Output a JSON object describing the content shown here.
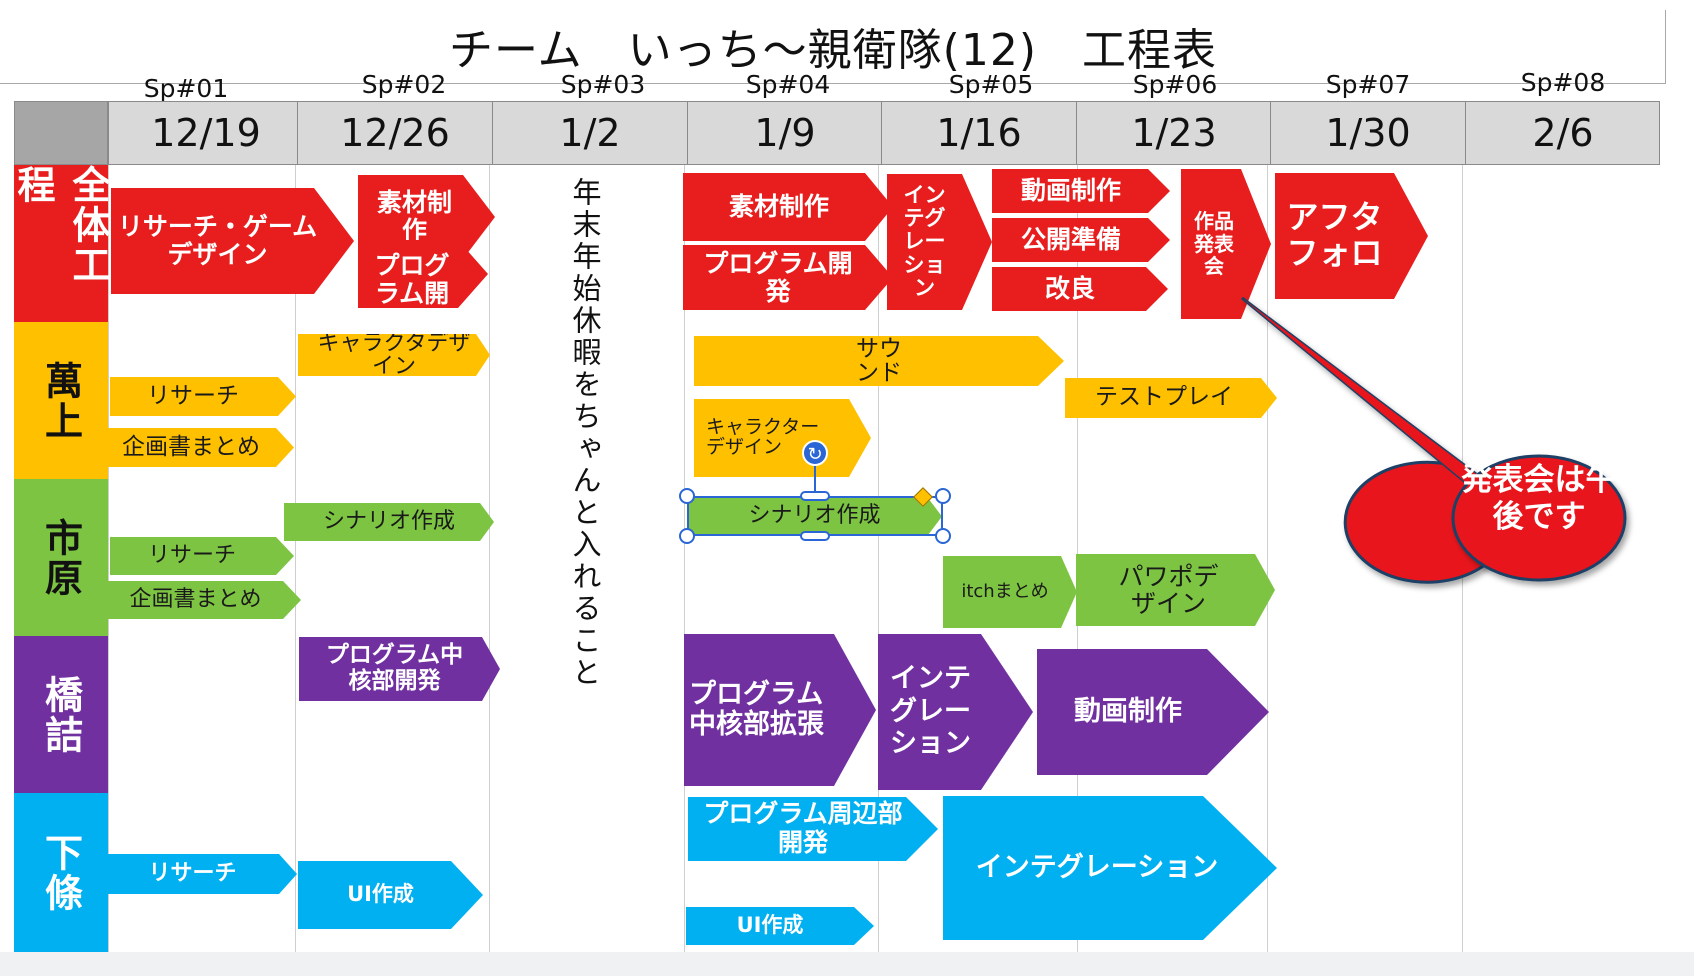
{
  "title": "チーム　いっち～親衛隊(12)　工程表",
  "sprints": [
    "Sp#01",
    "Sp#02",
    "Sp#03",
    "Sp#04",
    "Sp#05",
    "Sp#06",
    "Sp#07",
    "Sp#08"
  ],
  "dates": [
    "12/19",
    "12/26",
    "1/2",
    "1/9",
    "1/16",
    "1/23",
    "1/30",
    "2/6"
  ],
  "lanes": [
    "全体工程",
    "萬上",
    "市原",
    "橋詰",
    "下條"
  ],
  "holiday_note": "年末年始休暇をちゃんと入れること",
  "colors": {
    "red": "#e81d1d",
    "yellow": "#ffc000",
    "green": "#7cc442",
    "purple": "#7030a0",
    "cyan": "#00b0f0"
  },
  "tasks": {
    "all": [
      "リサーチ・ゲームデザイン",
      "素材制作",
      "プログラム開発",
      "素材制作",
      "プログラム開発",
      "インテグレーション",
      "動画制作",
      "公開準備",
      "改良",
      "作品発表会",
      "アフタフォロ"
    ],
    "banjo": [
      "キャラクタデザイン",
      "リサーチ",
      "企画書まとめ",
      "サウンド",
      "テストプレイ",
      "キャラクターデザイン"
    ],
    "ichihara": [
      "シナリオ作成",
      "リサーチ",
      "企画書まとめ",
      "シナリオ作成",
      "itchまとめ",
      "パワポデザイン"
    ],
    "hashizume": [
      "プログラム中核部開発",
      "プログラム中核部拡張",
      "インテグレーション",
      "動画制作"
    ],
    "shimojo": [
      "リサーチ",
      "UI作成",
      "プログラム周辺部開発",
      "UI作成",
      "インテグレーション"
    ]
  },
  "callout": "発表会は午後です",
  "selection_icon": "rotate-icon"
}
